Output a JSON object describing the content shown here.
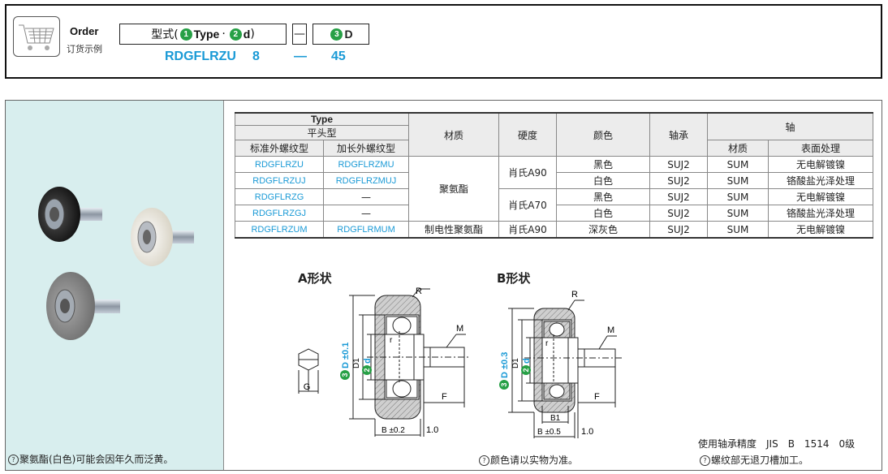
{
  "order": {
    "title": "Order",
    "subtitle": "订货示例",
    "type_prefix": "型式(",
    "type_num1": "1",
    "type_word": "Type",
    "type_dot": "·",
    "type_num2": "2",
    "type_d": "d",
    "type_suffix": ")",
    "dash": "—",
    "d_num": "3",
    "d_label": "D",
    "example": {
      "code": "RDGFLRZU",
      "size": "8",
      "dash": "—",
      "d": "45"
    }
  },
  "photo": {
    "note": "聚氨酯(白色)可能会因年久而泛黄。"
  },
  "table": {
    "type_label": "Type",
    "flat_head": "平头型",
    "std_thread": "标准外螺纹型",
    "long_thread": "加长外螺纹型",
    "material": "材质",
    "hardness": "硬度",
    "color": "颜色",
    "bearing": "轴承",
    "shaft": "轴",
    "shaft_material": "材质",
    "surface": "表面处理",
    "rows": [
      {
        "std": "RDGFLRZU",
        "long": "RDGFLRZMU",
        "color": "黑色",
        "bearing": "SUJ2",
        "shaft_mat": "SUM",
        "surface": "无电解镀镍"
      },
      {
        "std": "RDGFLRZUJ",
        "long": "RDGFLRZMUJ",
        "color": "白色",
        "bearing": "SUJ2",
        "shaft_mat": "SUM",
        "surface": "铬酸盐光泽处理"
      },
      {
        "std": "RDGFLRZG",
        "long": "—",
        "color": "黑色",
        "bearing": "SUJ2",
        "shaft_mat": "SUM",
        "surface": "无电解镀镍"
      },
      {
        "std": "RDGFLRZGJ",
        "long": "—",
        "color": "白色",
        "bearing": "SUJ2",
        "shaft_mat": "SUM",
        "surface": "铬酸盐光泽处理"
      },
      {
        "std": "RDGFLRZUM",
        "long": "RDGFLRMUM",
        "material": "制电性聚氨酯",
        "hardness": "肖氏A90",
        "color": "深灰色",
        "bearing": "SUJ2",
        "shaft_mat": "SUM",
        "surface": "无电解镀镍"
      }
    ],
    "merged_material": "聚氨酯",
    "hardness_a90": "肖氏A90",
    "hardness_a70": "肖氏A70"
  },
  "drawings": {
    "a_title": "A形状",
    "b_title": "B形状",
    "a_labels": {
      "r_top": "R",
      "r_in": "r",
      "m": "M",
      "g": "G",
      "d_tol": "D ±0.1",
      "d_num": "3",
      "d1": "D1",
      "d2_num": "2",
      "d2": "d",
      "f": "F",
      "b": "B ±0.2",
      "one": "1.0"
    },
    "b_labels": {
      "r_top": "R",
      "r_in": "r",
      "m": "M",
      "d_tol": "D ±0.3",
      "d_num": "3",
      "d1": "D1",
      "d2_num": "2",
      "d2": "d",
      "f": "F",
      "b1": "B1",
      "b": "B ±0.5",
      "one": "1.0"
    }
  },
  "notes": {
    "bearing_precision": "使用轴承精度　JIS　B　1514　0级",
    "color_note": "颜色请以实物为准。",
    "thread_note": "螺纹部无退刀槽加工。"
  }
}
